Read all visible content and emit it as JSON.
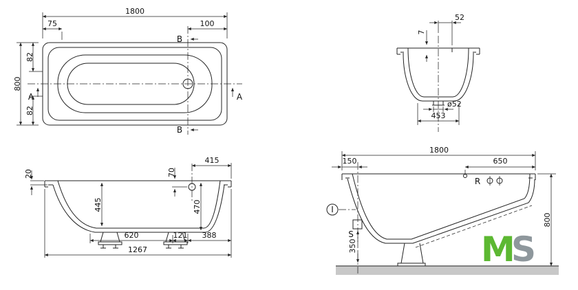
{
  "plan": {
    "length": "1800",
    "left_offset": "75",
    "right_offset": "100",
    "width": "800",
    "edge_top": "82",
    "edge_bottom": "82",
    "section_a": "A",
    "section_b": "B"
  },
  "cross_section": {
    "overflow_offset": "52",
    "rim_drop": "7",
    "drain_dia": "ø52",
    "bottom_width": "453"
  },
  "side_section": {
    "overflow_depth": "70",
    "overflow_to_end": "415",
    "rim_thickness": "20",
    "inner_depth": "445",
    "outer_height": "470",
    "feet_spacing": "620",
    "foot_to_drain": "121",
    "drain_to_end": "388",
    "base_length": "1267"
  },
  "installation": {
    "length": "1800",
    "drain_offset": "150",
    "grip_offset": "650",
    "grip_label": "R",
    "height": "800",
    "drain_height": "350",
    "drain_label": "S",
    "detail_label": "I"
  },
  "logo": {
    "m": "M",
    "s": "S"
  },
  "colors": {
    "line": "#222222",
    "logo_green": "#5cb832",
    "logo_gray": "#8e979c",
    "floor": "#c8c8c8"
  }
}
